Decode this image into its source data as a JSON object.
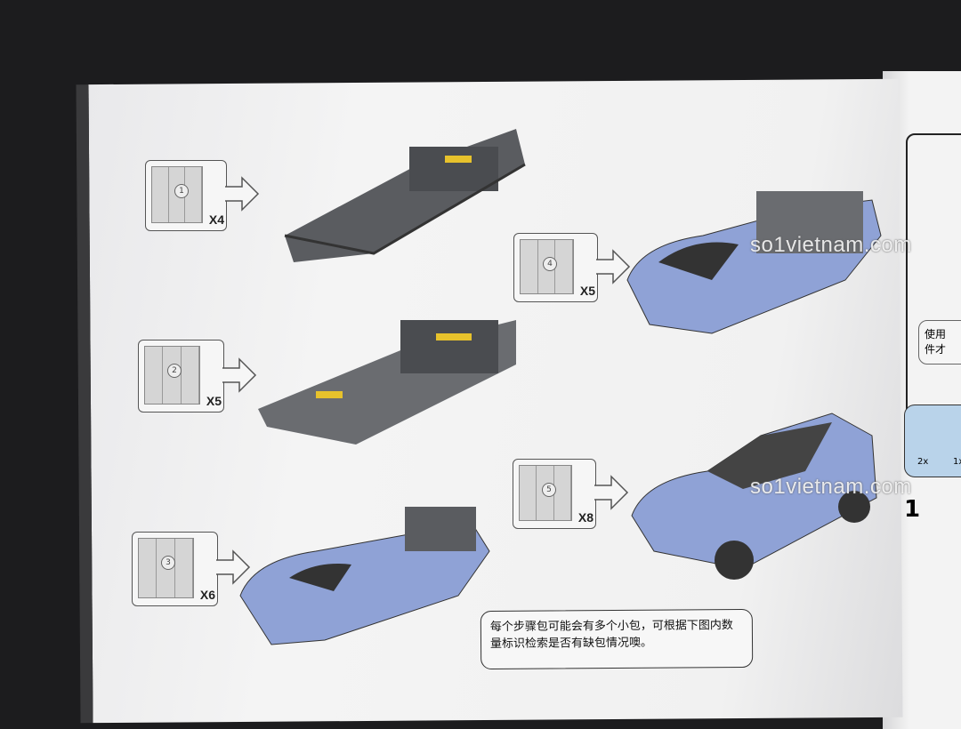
{
  "steps": [
    {
      "bag": "1",
      "multiplier": "X4"
    },
    {
      "bag": "2",
      "multiplier": "X5"
    },
    {
      "bag": "3",
      "multiplier": "X6"
    },
    {
      "bag": "4",
      "multiplier": "X5"
    },
    {
      "bag": "5",
      "multiplier": "X8"
    }
  ],
  "note": "每个步骤包可能会有多个小包，可根据下图内数量标识检索是否有缺包情况噢。",
  "watermark": "so1vietnam.com",
  "right_page": {
    "note": "使用\n件才",
    "parts": [
      "2x",
      "1x"
    ],
    "step": "1",
    "panel_color": "#b9d3ea"
  },
  "colors": {
    "car_body": "#8fa2d6",
    "chassis": "#5a5c60",
    "accent": "#e7c22c"
  }
}
